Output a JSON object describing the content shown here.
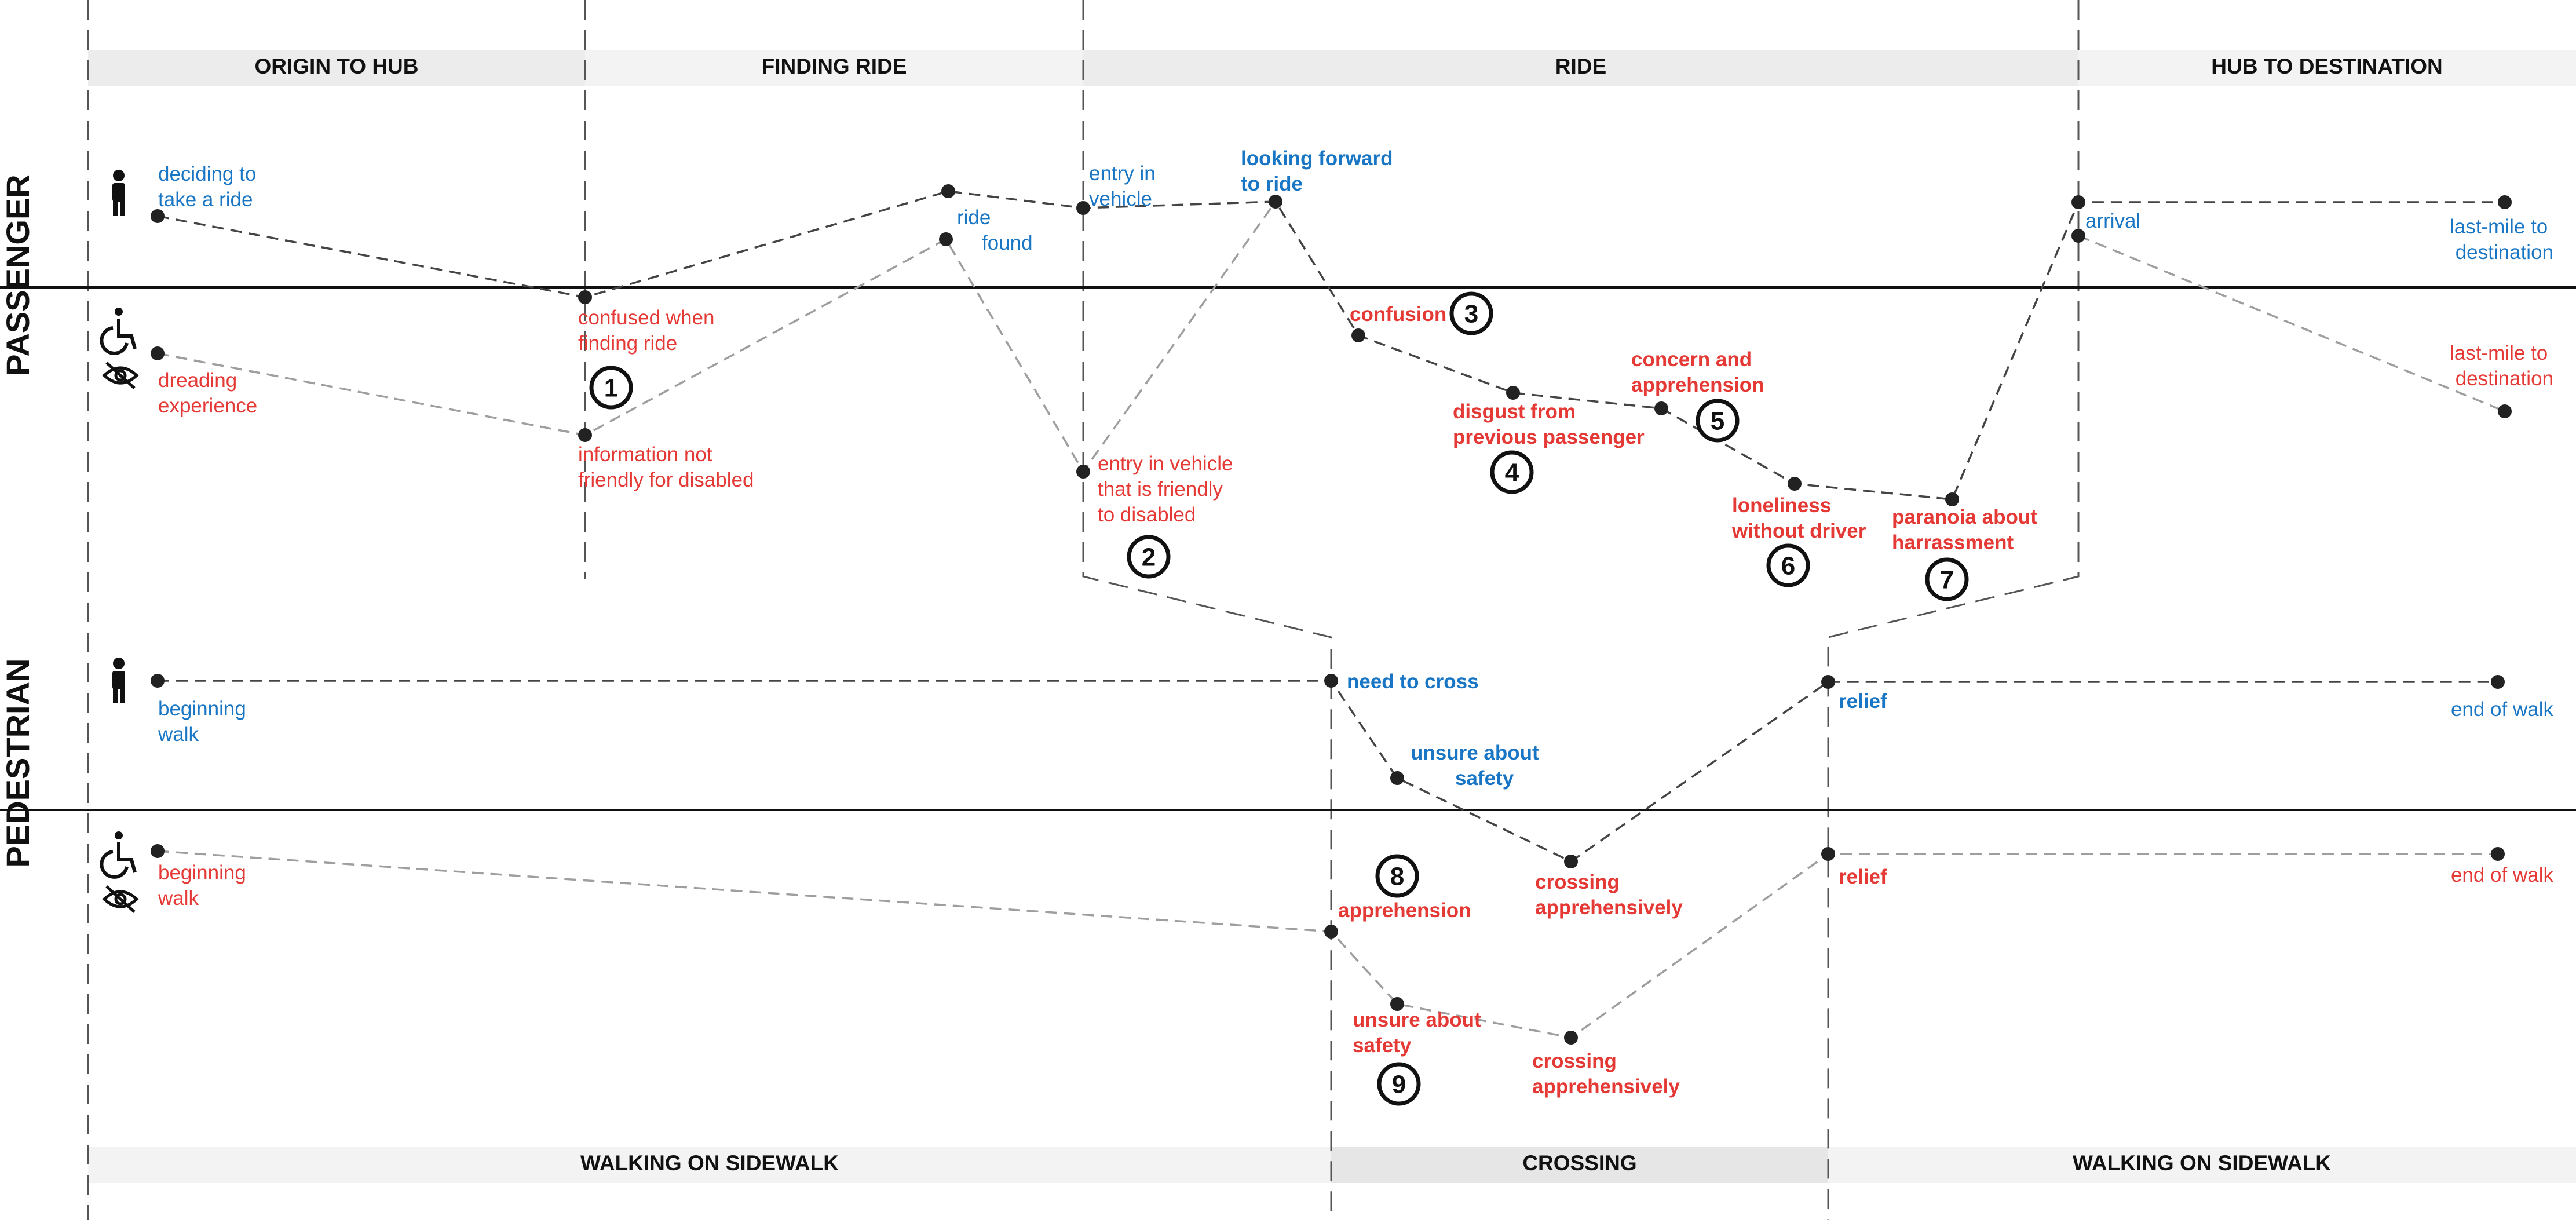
{
  "side_labels": {
    "passenger": "PASSENGER",
    "pedestrian": "PEDESTRIAN"
  },
  "top_phases": [
    "ORIGIN TO HUB",
    "FINDING RIDE",
    "RIDE",
    "HUB TO DESTINATION"
  ],
  "bottom_phases": [
    "WALKING ON SIDEWALK",
    "CROSSING",
    "WALKING ON SIDEWALK"
  ],
  "icons": [
    "person-icon",
    "wheelchair-icon",
    "visually-impaired-icon"
  ],
  "colors": {
    "typical": "#1976c5",
    "impaired": "#e53935",
    "dot": "#222222",
    "band": "#ececec"
  },
  "journeys": {
    "passenger_typical": [
      {
        "label": [
          "deciding to",
          "take a ride"
        ]
      },
      {
        "label": [
          "confused when",
          "finding ride"
        ]
      },
      {
        "label": []
      },
      {
        "label": [
          "entry in",
          "vehicle"
        ]
      },
      {
        "label": [
          "looking forward",
          "to ride"
        ]
      },
      {
        "label": [
          "arrival"
        ]
      },
      {
        "label": [
          "last-mile to",
          "destination"
        ]
      }
    ],
    "passenger_impaired": [
      {
        "label": [
          "dreading",
          "experience"
        ]
      },
      {
        "label": [
          "information not",
          "friendly for disabled"
        ]
      },
      {
        "label": [
          "ride",
          "found"
        ]
      },
      {
        "label": [
          "entry in vehicle",
          "that is friendly",
          "to disabled"
        ]
      },
      {
        "label": [
          "confusion"
        ]
      },
      {
        "label": [
          "disgust from",
          "previous passenger"
        ]
      },
      {
        "label": [
          "concern and",
          "apprehension"
        ]
      },
      {
        "label": [
          "loneliness",
          "without driver"
        ]
      },
      {
        "label": [
          "paranoia about",
          "harrassment"
        ]
      },
      {
        "label": []
      },
      {
        "label": [
          "last-mile to",
          "destination"
        ]
      }
    ],
    "pedestrian_typical": [
      {
        "label": [
          "beginning",
          "walk"
        ]
      },
      {
        "label": [
          "need to cross"
        ]
      },
      {
        "label": [
          "unsure about",
          "safety"
        ]
      },
      {
        "label": [
          "crossing",
          "apprehensively"
        ]
      },
      {
        "label": [
          "relief"
        ]
      },
      {
        "label": [
          "end of walk"
        ]
      }
    ],
    "pedestrian_impaired": [
      {
        "label": [
          "beginning",
          "walk"
        ]
      },
      {
        "label": [
          "apprehension"
        ]
      },
      {
        "label": [
          "unsure about",
          "safety"
        ]
      },
      {
        "label": [
          "crossing",
          "apprehensively"
        ]
      },
      {
        "label": [
          "relief"
        ]
      },
      {
        "label": [
          "end of walk"
        ]
      }
    ]
  },
  "pain_points": [
    "1",
    "2",
    "3",
    "4",
    "5",
    "6",
    "7",
    "8",
    "9"
  ]
}
